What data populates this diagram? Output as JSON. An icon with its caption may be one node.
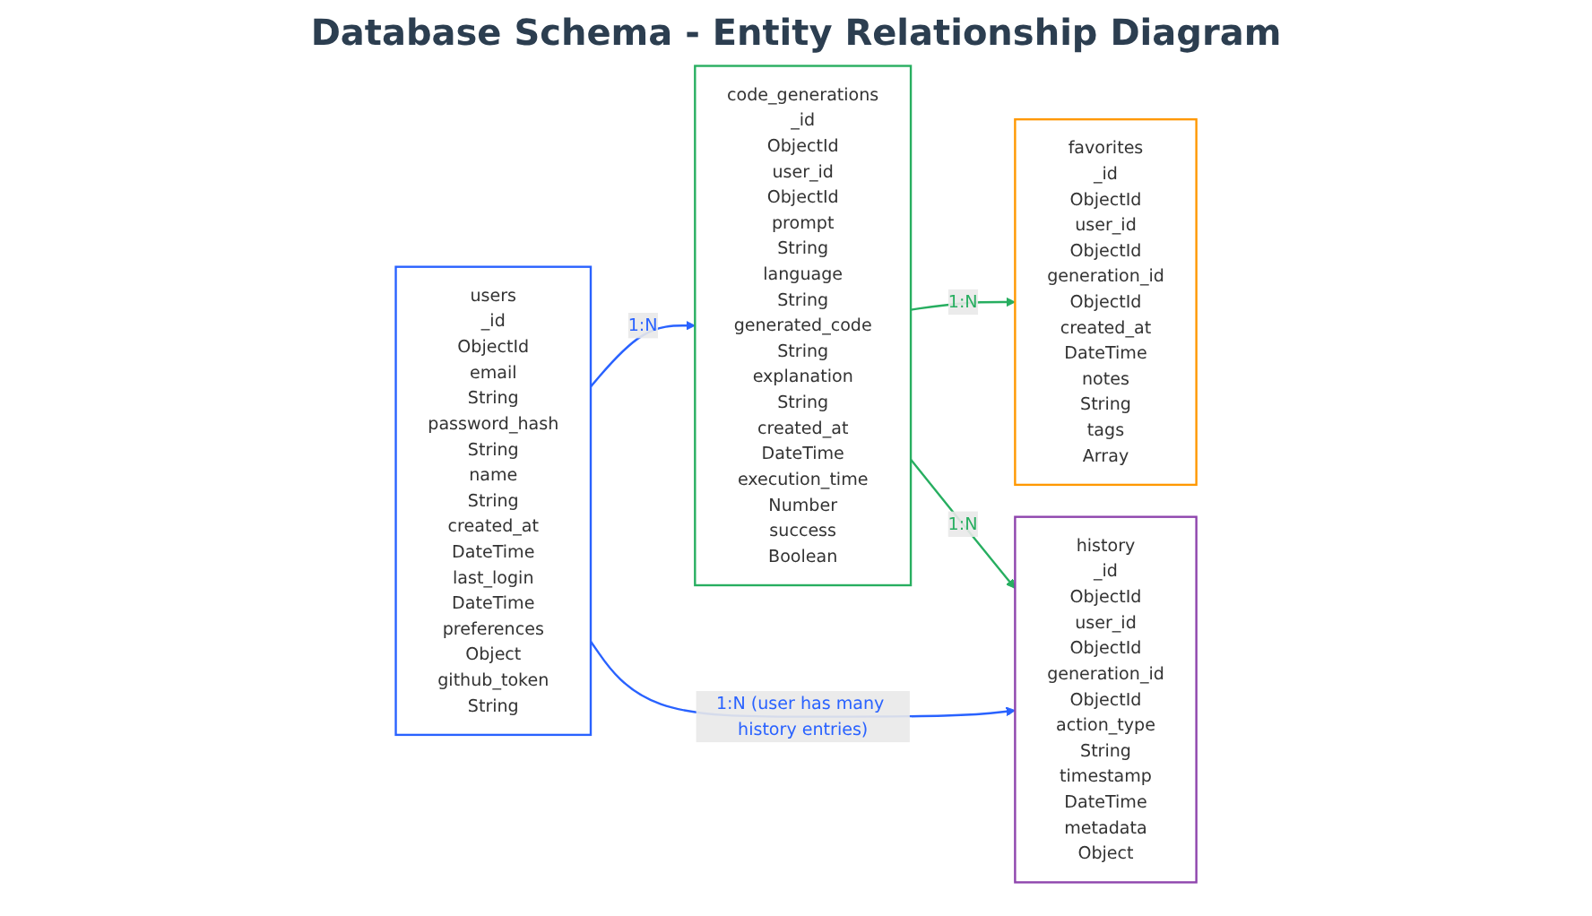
{
  "diagram": {
    "title": "Database Schema - Entity Relationship Diagram",
    "nodes": [
      {
        "text": [
          "users",
          "_id",
          "ObjectId",
          "email",
          "String",
          "password_hash",
          "String",
          "name",
          "String",
          "created_at",
          "DateTime",
          "last_login",
          "DateTime",
          "preferences",
          "Object",
          "github_token",
          "String"
        ]
      },
      {
        "text": [
          "code_generations",
          "_id",
          "ObjectId",
          "user_id",
          "ObjectId",
          "prompt",
          "String",
          "language",
          "String",
          "generated_code",
          "String",
          "explanation",
          "String",
          "created_at",
          "DateTime",
          "execution_time",
          "Number",
          "success",
          "Boolean"
        ]
      },
      {
        "text": [
          "favorites",
          "_id",
          "ObjectId",
          "user_id",
          "ObjectId",
          "generation_id",
          "ObjectId",
          "created_at",
          "DateTime",
          "notes",
          "String",
          "tags",
          "Array"
        ]
      },
      {
        "text": [
          "history",
          "_id",
          "ObjectId",
          "user_id",
          "ObjectId",
          "generation_id",
          "ObjectId",
          "action_type",
          "String",
          "timestamp",
          "DateTime",
          "metadata",
          "Object"
        ]
      }
    ],
    "edges": [
      {
        "from": 0,
        "to": 1,
        "arrow": "to",
        "label": "1:N",
        "color": "#2962ff"
      },
      {
        "from": 1,
        "to": 2,
        "arrow": "to",
        "label": "1:N",
        "color": "#27ae60"
      },
      {
        "from": 1,
        "to": 3,
        "arrow": "to",
        "label": "1:N",
        "color": "#27ae60"
      },
      {
        "from": 0,
        "to": 3,
        "arrow": "to",
        "label": "1:N (user has many history entries)",
        "color": "#2962ff"
      }
    ]
  }
}
